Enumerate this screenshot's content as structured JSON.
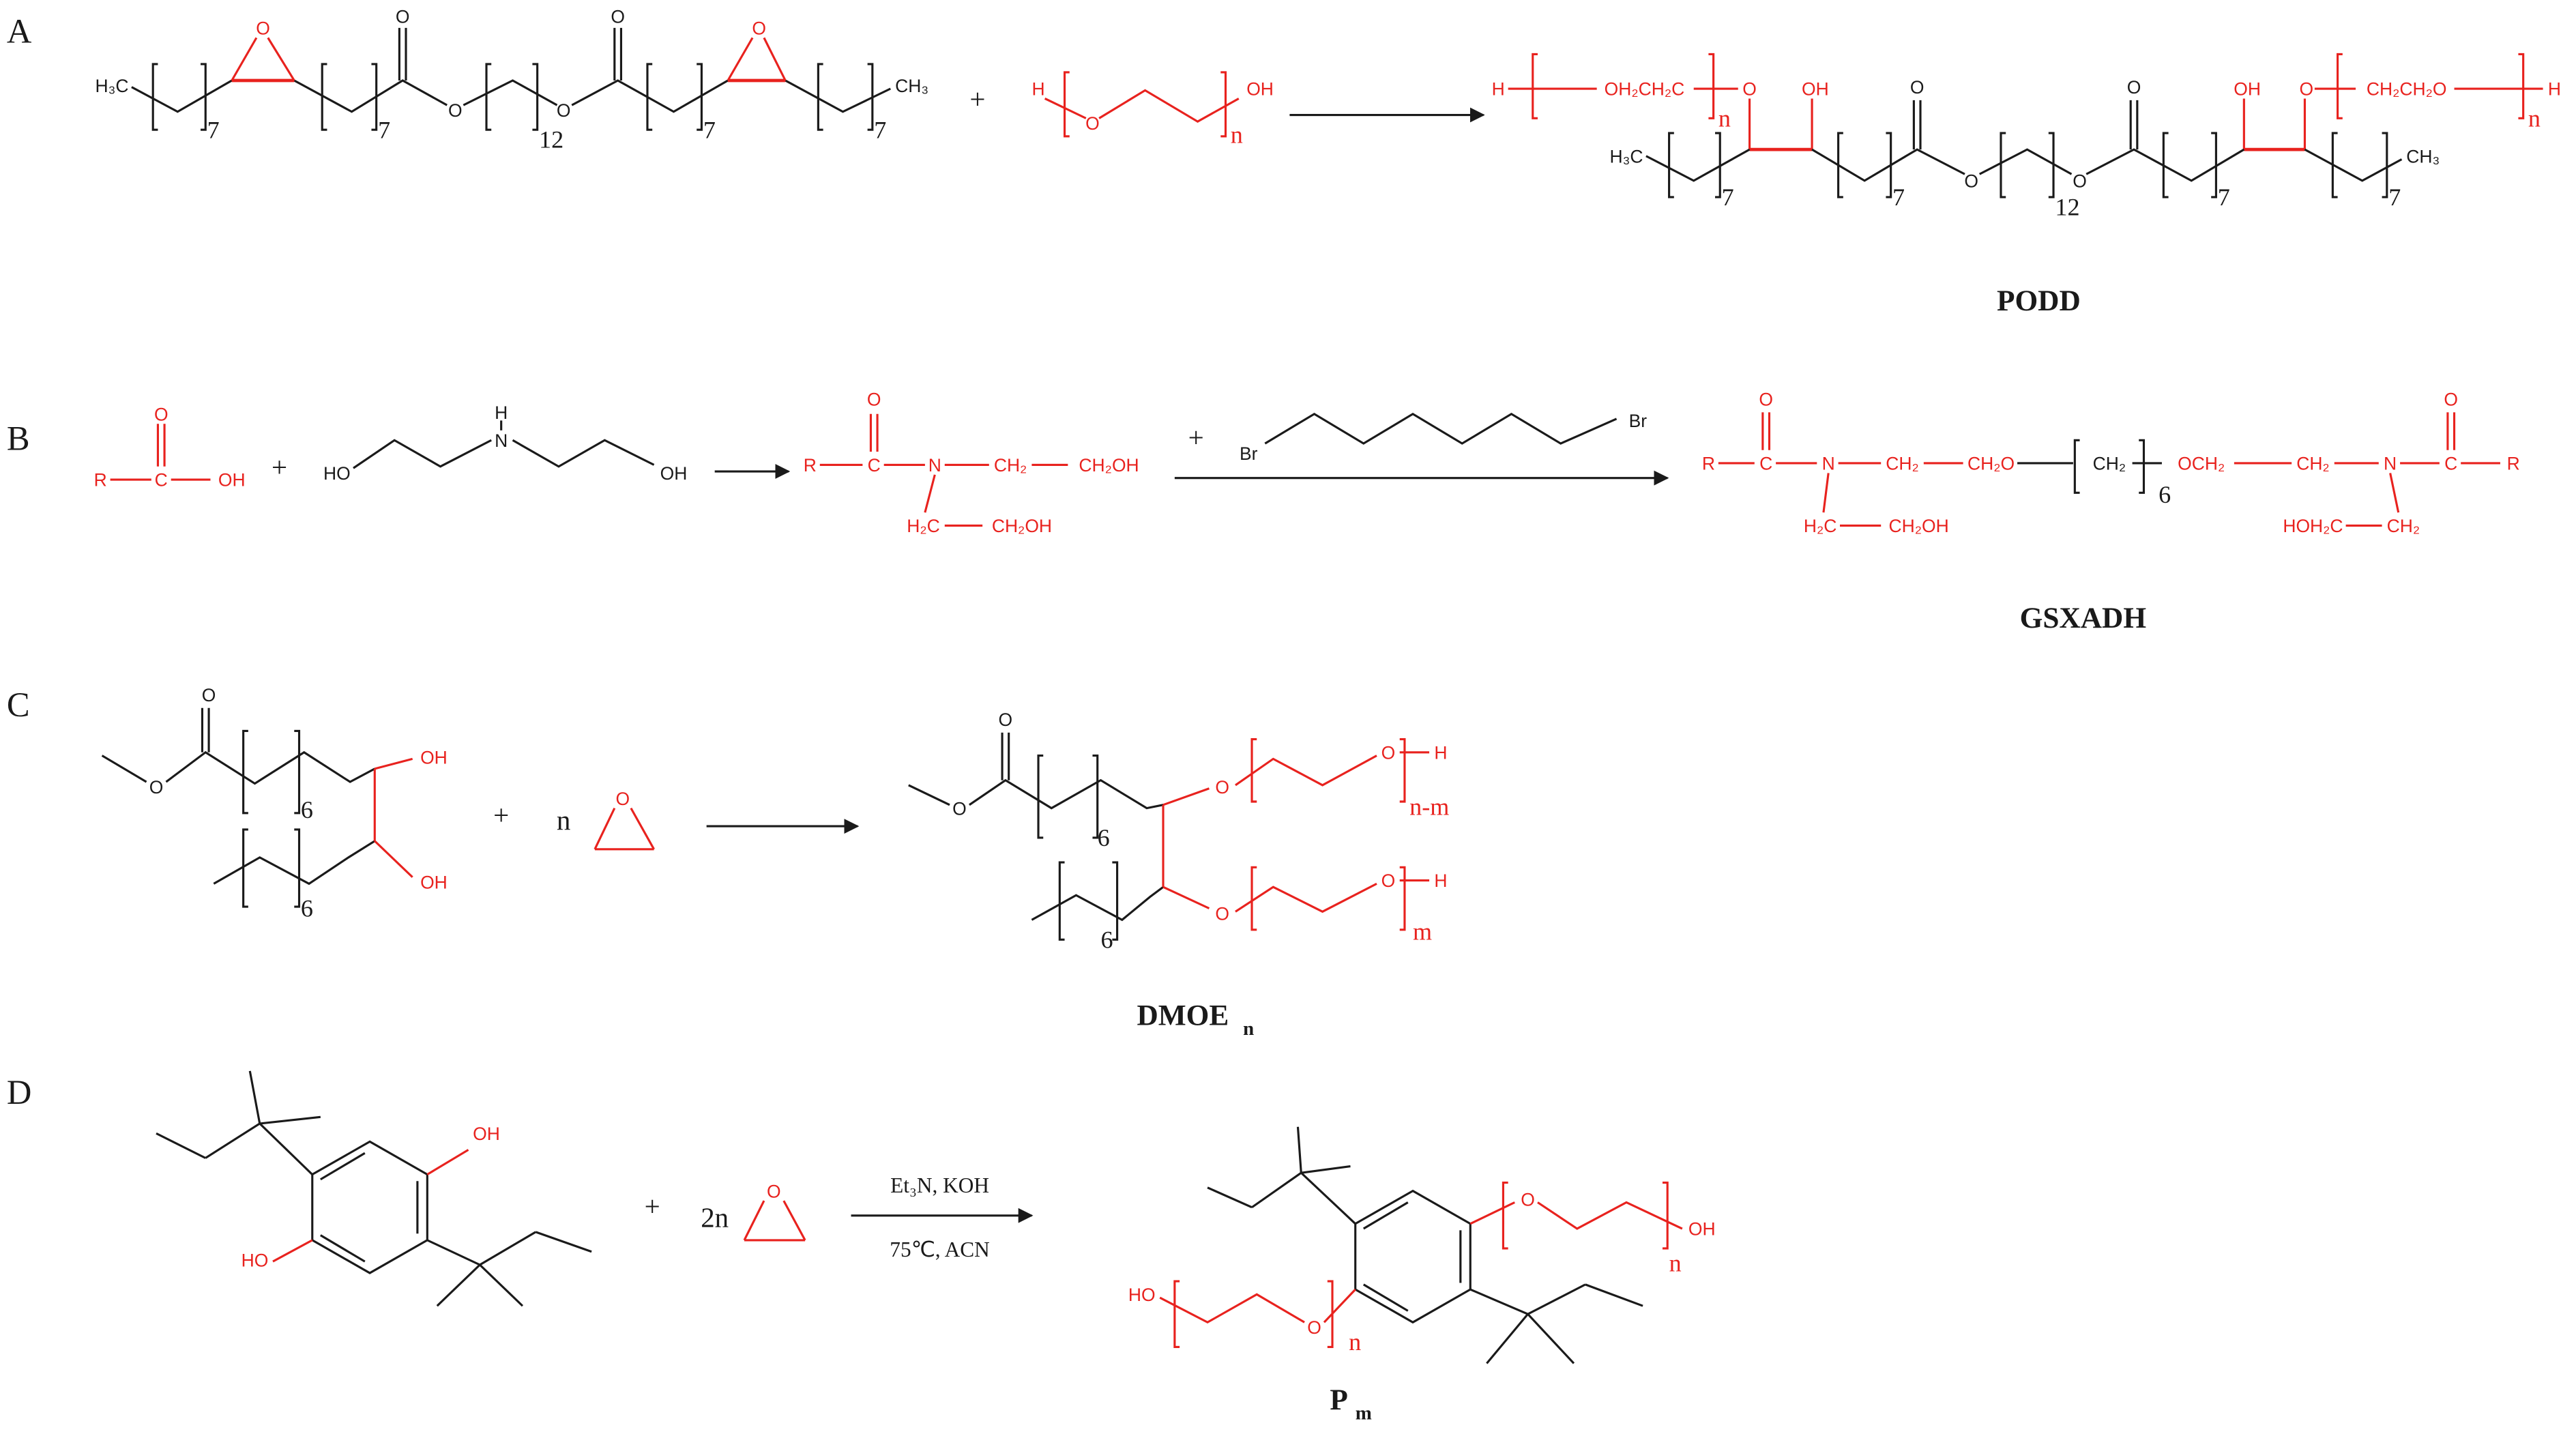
{
  "panel_labels": {
    "A": "A",
    "B": "B",
    "C": "C",
    "D": "D"
  },
  "atoms": {
    "O": "O",
    "OH": "OH",
    "HO": "HO",
    "H": "H",
    "H3C": "H₃C",
    "CH3": "CH₃",
    "R": "R",
    "C": "C",
    "N": "N",
    "Br": "Br",
    "CH2": "CH₂",
    "CH2OH": "CH₂OH",
    "H2C": "H₂C",
    "CH2O": "CH₂O",
    "OCH2": "OCH₂",
    "HOH2C": "HOH₂C",
    "OH2CH2C": "OH₂CH₂C",
    "CH2CH2O": "CH₂CH₂O"
  },
  "subscripts": {
    "seven": "7",
    "twelve": "12",
    "six": "6",
    "n": "n",
    "m": "m",
    "n_minus_m": "n-m"
  },
  "operators": {
    "plus": "+",
    "n_coeff": "n",
    "two_n": "2n"
  },
  "reaction_conditions": {
    "reagents": "Et₃N, KOH",
    "conditions": "75℃, ACN"
  },
  "compound_names": {
    "A": "PODD",
    "B": "GSXADH",
    "C_main": "DMOE",
    "C_sub": "n",
    "D_main": "P",
    "D_sub": "m"
  },
  "colors": {
    "highlight": "#e8221e",
    "ink": "#1a1a1a"
  }
}
